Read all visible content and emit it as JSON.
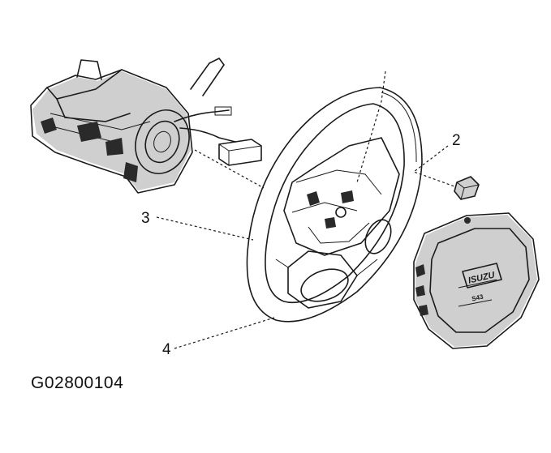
{
  "figure_code": "G02800104",
  "callouts": [
    {
      "id": "1",
      "text": ""
    },
    {
      "id": "2",
      "text": "2"
    },
    {
      "id": "3",
      "text": "3"
    },
    {
      "id": "4",
      "text": "4"
    }
  ],
  "emblem": {
    "brand": "ISUZU",
    "subtext": "S43"
  }
}
